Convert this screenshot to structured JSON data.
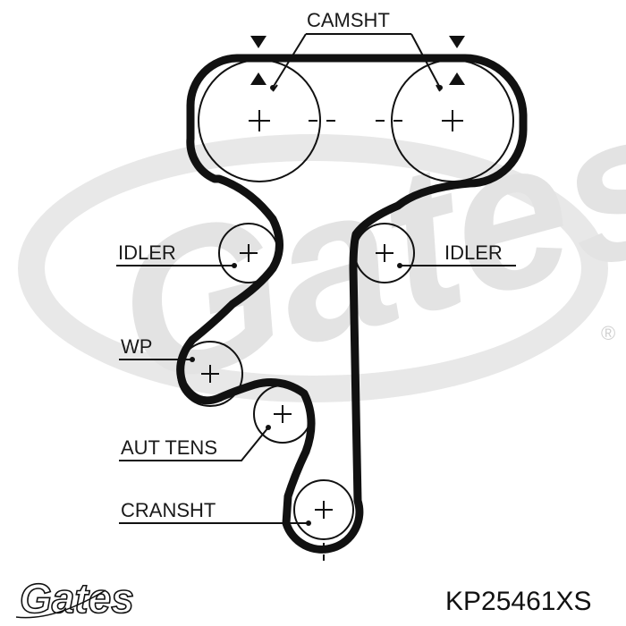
{
  "watermark": {
    "brand": "Gates",
    "registered": "®",
    "color": "#e3e3e3"
  },
  "diagram": {
    "labels": {
      "camshaft": "CAMSHT",
      "idler_left": "IDLER",
      "idler_right": "IDLER",
      "water_pump": "WP",
      "auto_tensioner": "AUT TENS",
      "crankshaft": "CRANSHT"
    },
    "belt_color": "#111111"
  },
  "footer": {
    "logo_text": "Gates",
    "part_number": "KP25461XS"
  }
}
